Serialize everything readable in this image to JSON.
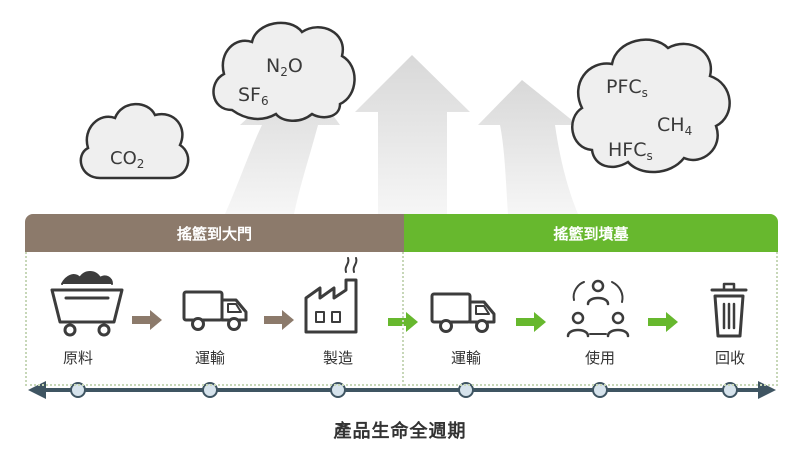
{
  "gases": {
    "co2": {
      "base": "CO",
      "sub": "2"
    },
    "n2o": {
      "a": "N",
      "sub": "2",
      "b": "O"
    },
    "sf6": {
      "base": "SF",
      "sub": "6"
    },
    "pfcs": {
      "base": "PFC",
      "sub": "s"
    },
    "ch4": {
      "base": "CH",
      "sub": "4"
    },
    "hfcs": {
      "base": "HFC",
      "sub": "s"
    }
  },
  "banners": {
    "left": "搖籃到大門",
    "right": "搖籃到墳墓"
  },
  "stages": [
    "原料",
    "運輸",
    "製造",
    "運輸",
    "使用",
    "回收"
  ],
  "stage_icons": [
    "mine-cart-icon",
    "truck-icon",
    "factory-icon",
    "truck-icon",
    "people-cycle-icon",
    "trash-can-icon"
  ],
  "footer": {
    "title": "產品生命全週期"
  },
  "colors": {
    "brown": "#8c7a6b",
    "green": "#67b82e",
    "timeline": "#3f5562",
    "cloud_fill": "#efefef",
    "icon_stroke": "#3c3c3c"
  }
}
